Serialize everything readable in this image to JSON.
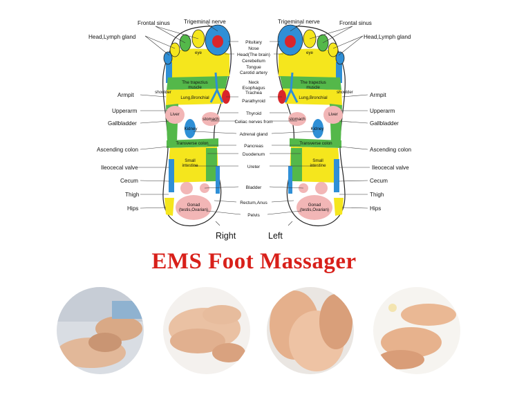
{
  "title": "EMS Foot Massager",
  "feet": {
    "right": "Right",
    "left": "Left"
  },
  "side_labels": {
    "frontal_sinus": "Frontal sinus",
    "head_lymph": "Head,Lymph gland",
    "trigeminal": "Trigeminal nerve",
    "armpit": "Armpit",
    "upperarm": "Upperarm",
    "gallbladder": "Gallbladder",
    "ascending_colon": "Ascending colon",
    "ileocecal": "Ileocecal valve",
    "cecum": "Cecum",
    "thigh": "Thigh",
    "hips": "Hips"
  },
  "center_labels": {
    "pituitary": "Pituitary",
    "nose": "Nose",
    "head_brain": "Head(The brain)",
    "cerebellum": "Cerebellum",
    "tongue": "Tongue",
    "carotid": "Carotid artery",
    "neck": "Neck",
    "esophagus": "Esophagus",
    "trachea": "Trachea",
    "parathyroid": "Parathyroid",
    "thyroid": "Thyroid",
    "celiac": "Celiac nerves from",
    "adrenal": "Adrenal gland",
    "pancreas": "Pancreas",
    "duodenum": "Duodenum",
    "ureter": "Ureter",
    "bladder": "Bladder",
    "rectum": "Rectum,Anus",
    "pelvis": "Pelvis"
  },
  "zone_labels": {
    "eye": "eye",
    "trapezius_1": "The trapezius",
    "trapezius_2": "muscle",
    "shoulder": "shoulder",
    "lung": "Lung,Bronchial",
    "liver": "Liver",
    "kidney": "Kidney",
    "stomach": "stomach",
    "transverse": "Transverse colon",
    "small_1": "Small",
    "small_2": "intestine",
    "gonad_1": "Gonad",
    "gonad_2": "(testis,Ovarian)"
  },
  "colors": {
    "title_red": "#d8201a",
    "zone_yellow": "#f5e61d",
    "zone_blue": "#2f8fd6",
    "zone_green": "#54b84a",
    "zone_pink": "#f2b6b6",
    "zone_red": "#d9262b"
  }
}
